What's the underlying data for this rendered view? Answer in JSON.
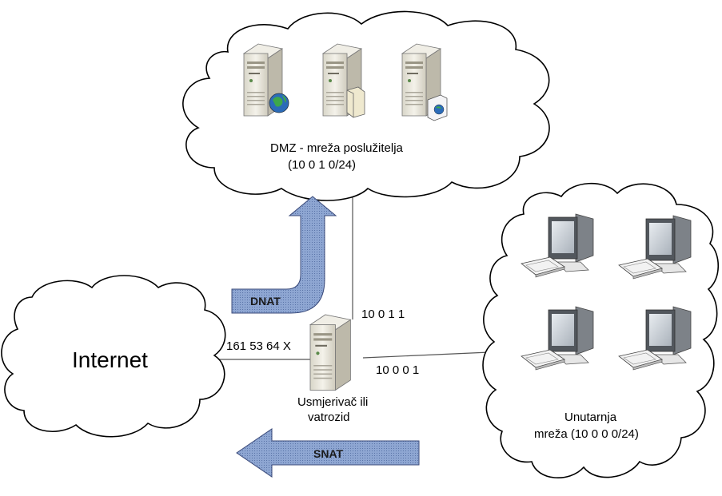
{
  "dmz": {
    "label_line1": "DMZ - mreža poslužitelja",
    "label_line2": "(10 0 1 0/24)",
    "server_icons": [
      "web-server-icon",
      "file-server-icon",
      "mail-server-icon"
    ]
  },
  "internet": {
    "label": "Internet"
  },
  "internal": {
    "label_line1": "Unutarnja",
    "label_line2": "mreža (10 0 0 0/24)",
    "workstation_count": 4
  },
  "router": {
    "label_line1": "Usmjerivač ili",
    "label_line2": "vatrozid",
    "ip_dmz": "10 0 1 1",
    "ip_external": "161 53 64 X",
    "ip_internal": "10 0 0 1"
  },
  "arrows": {
    "dnat": "DNAT",
    "snat": "SNAT"
  },
  "colors": {
    "arrow_fill": "#8aa3cf",
    "arrow_stroke": "#3a4a7a",
    "server_body": "#eceae0",
    "monitor_screen": "#c8cdd3"
  }
}
